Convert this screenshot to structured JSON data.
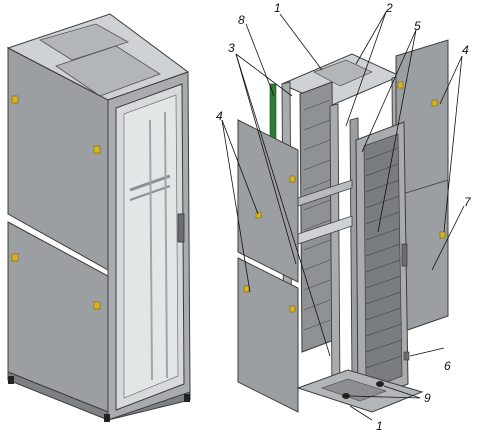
{
  "callouts": {
    "c1_top": "1",
    "c2": "2",
    "c3": "3",
    "c4_left": "4",
    "c4_right": "4",
    "c5": "5",
    "c6": "6",
    "c7": "7",
    "c8": "8",
    "c9": "9",
    "c1_bottom": "1"
  },
  "colors": {
    "panel_light": "#b9bcbe",
    "panel_mid": "#9c9fa1",
    "panel_dark": "#7e8183",
    "frame": "#a9acae",
    "outline": "#3c3c3c",
    "glass": "#d6dadb",
    "latch": "#d8b323",
    "perforation": "#6a6d70",
    "cable": "#2e7d32"
  }
}
